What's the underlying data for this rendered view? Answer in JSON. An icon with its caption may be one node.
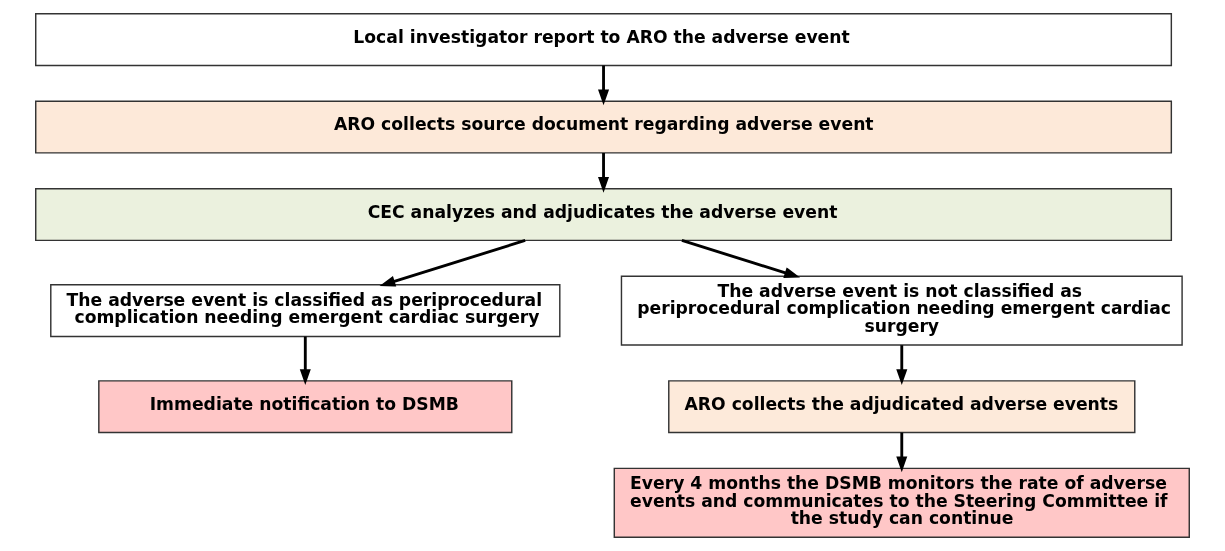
{
  "diagram": {
    "nodes": [
      {
        "text": [
          "Local investigator report to ARO the adverse event"
        ]
      },
      {
        "text": [
          "ARO collects source document regarding adverse event"
        ]
      },
      {
        "text": [
          "CEC analyzes and adjudicates the adverse event"
        ]
      },
      {
        "text": [
          "The adverse event is classified as periprocedural complication needing emergent cardiac surgery"
        ]
      },
      {
        "text": [
          "The adverse event is not classified as periprocedural complication needing emergent cardiac surgery"
        ]
      },
      {
        "text": [
          "Immediate notification to DSMB"
        ]
      },
      {
        "text": [
          "ARO collects the adjudicated adverse events"
        ]
      },
      {
        "text": [
          "Every 4 months the DSMB monitors the rate of adverse events and communicates to the Steering Committee if the study can continue"
        ]
      }
    ],
    "edges": [
      {
        "from": 0,
        "to": 1,
        "arrow": "to"
      },
      {
        "from": 1,
        "to": 2,
        "arrow": "to"
      },
      {
        "from": 2,
        "to": 3,
        "arrow": "to"
      },
      {
        "from": 2,
        "to": 4,
        "arrow": "to"
      },
      {
        "from": 3,
        "to": 5,
        "arrow": "to"
      },
      {
        "from": 4,
        "to": 6,
        "arrow": "to"
      },
      {
        "from": 6,
        "to": 7,
        "arrow": "to"
      }
    ]
  }
}
